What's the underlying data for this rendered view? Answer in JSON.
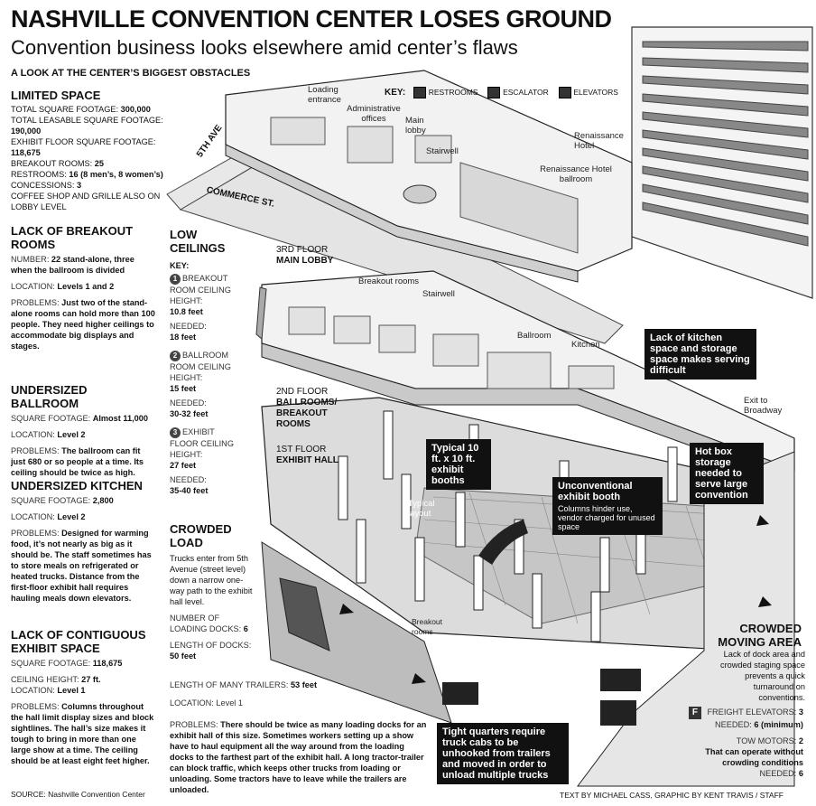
{
  "header": {
    "title": "NASHVILLE CONVENTION CENTER LOSES GROUND",
    "subtitle": "Convention business looks elsewhere amid center’s flaws",
    "section_heading": "A LOOK AT THE CENTER’S BIGGEST OBSTACLES"
  },
  "limited_space": {
    "heading": "LIMITED SPACE",
    "lines": [
      {
        "label": "TOTAL SQUARE FOOTAGE: ",
        "value": "300,000"
      },
      {
        "label": "TOTAL LEASABLE SQUARE FOOTAGE: ",
        "value": "190,000"
      },
      {
        "label": "EXHIBIT FLOOR SQUARE FOOTAGE: ",
        "value": "118,675"
      },
      {
        "label": "BREAKOUT ROOMS: ",
        "value": "25"
      },
      {
        "label": "RESTROOMS: ",
        "value": "16 (8 men’s, 8 women’s)"
      },
      {
        "label": "CONCESSIONS: ",
        "value": "3"
      }
    ],
    "note": "COFFEE SHOP AND GRILLE ALSO ON LOBBY LEVEL"
  },
  "breakout": {
    "heading": "LACK OF BREAKOUT ROOMS",
    "number_label": "NUMBER: ",
    "number_value": "22 stand-alone, three when the ballroom is divided",
    "location_label": "LOCATION: ",
    "location_value": "Levels 1 and 2",
    "problems_label": "PROBLEMS: ",
    "problems_value": "Just two of the stand-alone rooms can hold more than 100 people. They need higher ceilings to accommodate big displays and stages."
  },
  "ballroom": {
    "heading": "UNDERSIZED BALLROOM",
    "sqft_label": "SQUARE FOOTAGE: ",
    "sqft_value": "Almost 11,000",
    "location_label": "LOCATION: ",
    "location_value": "Level 2",
    "problems_label": "PROBLEMS: ",
    "problems_value": "The ballroom can fit just 680 or so people at a time. Its ceiling should be twice as high."
  },
  "kitchen": {
    "heading": "UNDERSIZED KITCHEN",
    "sqft_label": "SQUARE FOOTAGE: ",
    "sqft_value": "2,800",
    "location_label": "LOCATION: ",
    "location_value": "Level 2",
    "problems_label": "PROBLEMS: ",
    "problems_value": "Designed for warming food, it’s not nearly as big as it should be. The staff sometimes has to store meals on refrigerated or heated trucks. Distance from the first-floor exhibit hall requires hauling meals down elevators."
  },
  "contiguous": {
    "heading": "LACK OF CONTIGUOUS EXHIBIT SPACE",
    "sqft_label": "SQUARE FOOTAGE: ",
    "sqft_value": "118,675",
    "ceiling_label": "CEILING HEIGHT: ",
    "ceiling_value": "27 ft.",
    "location_label": "LOCATION: ",
    "location_value": "Level 1",
    "problems_label": "PROBLEMS: ",
    "problems_value": "Columns throughout the hall limit display sizes and block sightlines. The hall’s size makes it tough to bring in more than one large show at a time. The ceiling should be at least eight feet higher."
  },
  "source": "SOURCE: Nashville Convention Center",
  "low_ceilings": {
    "heading": "LOW CEILINGS",
    "key_label": "KEY:",
    "items": [
      {
        "num": "1",
        "label": "BREAKOUT ROOM CEILING HEIGHT:",
        "height": "10.8 feet",
        "needed_label": "NEEDED:",
        "needed": "18 feet"
      },
      {
        "num": "2",
        "label": "BALLROOM ROOM CEILING HEIGHT:",
        "height": "15 feet",
        "needed_label": "NEEDED:",
        "needed": "30-32 feet"
      },
      {
        "num": "3",
        "label": "EXHIBIT FLOOR CEILING HEIGHT:",
        "height": "27 feet",
        "needed_label": "NEEDED:",
        "needed": "35-40 feet"
      }
    ]
  },
  "crowded_load": {
    "heading": "CROWDED LOAD",
    "intro": "Trucks enter from 5th Avenue (street level) down a narrow one-way path to the exhibit hall level.",
    "docks_label": "NUMBER OF LOADING DOCKS: ",
    "docks_value": "6",
    "length_label": "LENGTH OF DOCKS: ",
    "length_value": "50 feet",
    "trailers_label": "LENGTH OF MANY TRAILERS: ",
    "trailers_value": "53 feet",
    "location": "LOCATION: Level 1",
    "problems_label": "PROBLEMS: ",
    "problems_value": "There should be twice as many loading docks for an exhibit hall of this size. Sometimes workers setting up a show have to haul equipment all the way around from the loading docks to the farthest part of the exhibit hall. A long tractor-trailer can block traffic, which keeps other trucks from loading or unloading. Some tractors have to leave while the trailers are unloaded."
  },
  "key": {
    "label": "KEY:",
    "restrooms": "RESTROOMS",
    "escalator": "ESCALATOR",
    "elevators": "ELEVATORS"
  },
  "diagram": {
    "loading_entrance": "Loading entrance",
    "admin_offices": "Administrative offices",
    "main_lobby": "Main lobby",
    "stairwell_top": "Stairwell",
    "renaissance_hotel": "Renaissance Hotel",
    "renaissance_ballroom": "Renaissance Hotel ballroom",
    "fifth_ave": "5TH AVE",
    "commerce": "COMMERCE ST.",
    "floor3_label": "3RD FLOOR",
    "floor3_name": "MAIN LOBBY",
    "breakout_rooms": "Breakout rooms",
    "stairwell_mid": "Stairwell",
    "ballroom": "Ballroom",
    "kitchen": "Kitchen",
    "floor2_label": "2ND FLOOR",
    "floor2_name": "BALLROOMS/ BREAKOUT ROOMS",
    "floor1_label": "1ST FLOOR",
    "floor1_name": "EXHIBIT HALL",
    "exit_broadway": "Exit to Broadway",
    "typical_layout": "Typical layout",
    "breakout_rooms_low": "Breakout rooms"
  },
  "callouts": {
    "kitchen_space": "Lack of kitchen space and storage space makes serving difficult",
    "hot_box": "Hot box storage needed to serve large convention",
    "typical_booths": "Typical 10 ft. x 10 ft. exhibit booths",
    "unconventional": "Unconventional exhibit booth",
    "unconventional_sub": "Columns hinder use, vendor charged for unused space",
    "tight_quarters": "Tight quarters require truck cabs to be unhooked from trailers and moved in order to unload multiple trucks"
  },
  "moving_area": {
    "heading": "CROWDED MOVING AREA",
    "text": "Lack of dock area and crowded staging space prevents a quick turnaround on conventions.",
    "freight_label": "FREIGHT ELEVATORS: ",
    "freight_value": "3",
    "freight_needed_label": "NEEDED: ",
    "freight_needed_value": "6 (minimum)",
    "tow_label": "TOW MOTORS: ",
    "tow_value": "2",
    "tow_text": "That can operate without crowding conditions",
    "tow_needed_label": "NEEDED: ",
    "tow_needed_value": "6"
  },
  "credit": "TEXT BY MICHAEL CASS, GRAPHIC BY KENT TRAVIS / STAFF",
  "icons": {
    "f_symbol": "F"
  }
}
